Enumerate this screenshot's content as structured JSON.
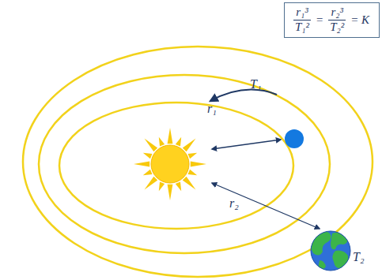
{
  "diagram": {
    "nodes": [
      {
        "text": [
          "r₁³",
          "T₁²",
          "=",
          "r₂³",
          "T₂²",
          "= K"
        ]
      }
    ],
    "labels": [
      "T₁",
      "r₁",
      "r₂",
      "T₂"
    ]
  }
}
